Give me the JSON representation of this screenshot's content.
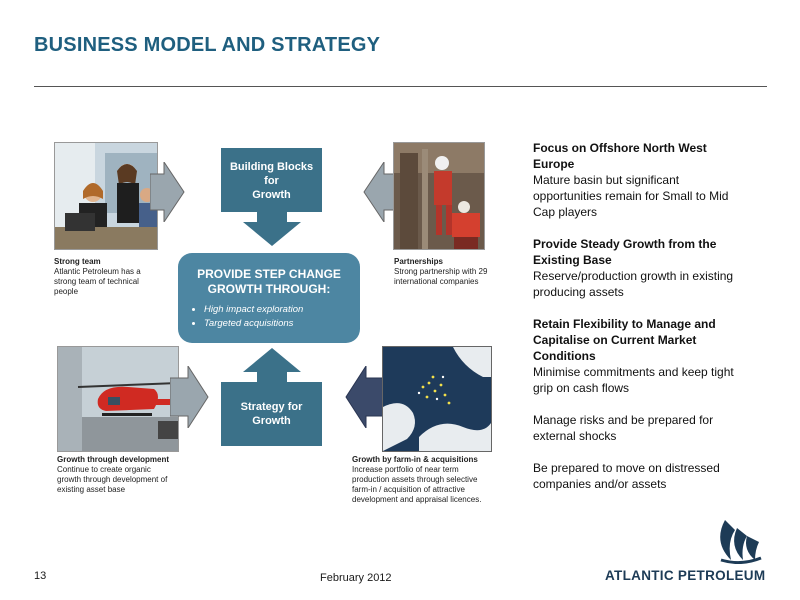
{
  "slide": {
    "title": "BUSINESS MODEL AND STRATEGY",
    "page_number": "13",
    "date": "February 2012",
    "logo_text": "ATLANTIC PETROLEUM"
  },
  "diagram": {
    "top_box": {
      "line1": "Building Blocks",
      "line2": "for",
      "line3": "Growth"
    },
    "bottom_box": {
      "line1": "Strategy for",
      "line2": "Growth"
    },
    "center": {
      "head1": "PROVIDE STEP CHANGE",
      "head2": "GROWTH  THROUGH:",
      "bullets": [
        "High impact exploration",
        "Targeted acquisitions"
      ]
    },
    "captions": {
      "top_left": {
        "title": "Strong team",
        "l1": "Atlantic Petroleum has a",
        "l2": "strong team of technical",
        "l3": "people"
      },
      "top_right": {
        "title": "Partnerships",
        "l1": "Strong partnership with 29",
        "l2": "international companies"
      },
      "bottom_left": {
        "title": "Growth through development",
        "l1": "Continue to create organic",
        "l2": "growth through development of",
        "l3": "existing asset base"
      },
      "bottom_right": {
        "title": "Growth by farm-in & acquisitions",
        "l1": "Increase portfolio of near term",
        "l2": "production assets through selective",
        "l3": "farm-in / acquisition of attractive",
        "l4": "development and appraisal licences."
      }
    }
  },
  "strategy": {
    "s1_h1": "Focus on Offshore North West",
    "s1_h2": "Europe",
    "s1_t1": "Mature basin but significant",
    "s1_t2": "opportunities remain for Small to Mid",
    "s1_t3": "Cap players",
    "s2_h1": "Provide Steady Growth from the",
    "s2_h2": "Existing Base",
    "s2_t1": "Reserve/production growth in existing",
    "s2_t2": "producing assets",
    "s3_h1": "Retain Flexibility  to Manage and",
    "s3_h2": "Capitalise on Current Market",
    "s3_h3": "Conditions",
    "s3_t1": "Minimise commitments  and keep tight",
    "s3_t2": "grip on cash flows",
    "s4_t1": "Manage risks and be prepared for",
    "s4_t2": "external shocks",
    "s5_t1": "Be prepared to move on distressed",
    "s5_t2": "companies and/or assets"
  },
  "colors": {
    "title": "#1f5f7f",
    "box": "#3b7189",
    "center": "#4d86a2",
    "logo": "#1d3b56"
  }
}
